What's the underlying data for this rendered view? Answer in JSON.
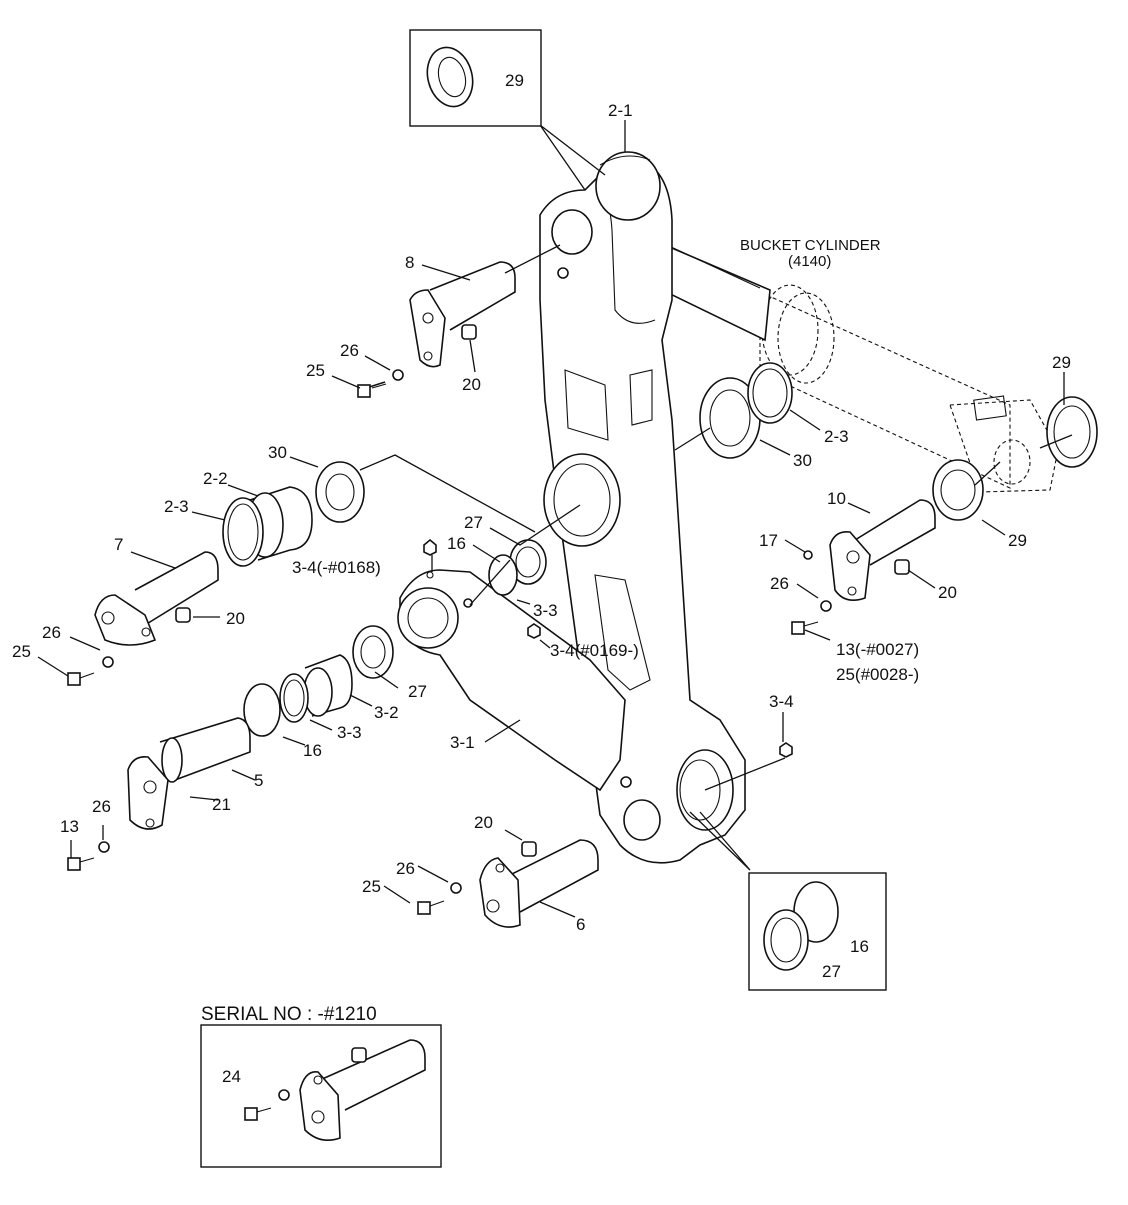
{
  "cylinder": {
    "name": "BUCKET CYLINDER",
    "code": "(4140)"
  },
  "serial_note": "SERIAL NO : -#1210",
  "labels": {
    "l29_top": "29",
    "l2_1": "2-1",
    "l8": "8",
    "l26_a": "26",
    "l25_a": "25",
    "l20_a": "20",
    "l30_a": "30",
    "l2_2": "2-2",
    "l2_3_a": "2-3",
    "l7": "7",
    "l26_b": "26",
    "l25_b": "25",
    "l20_b": "20",
    "l27_a": "27",
    "l16_a": "16",
    "l3_4_a": "3-4(-#0168)",
    "l3_3_a": "3-3",
    "l3_4_b": "3-4(#0169-)",
    "l27_b": "27",
    "l3_2": "3-2",
    "l3_3_b": "3-3",
    "l16_b": "16",
    "l3_1": "3-1",
    "l5": "5",
    "l21": "21",
    "l26_c": "26",
    "l13_a": "13",
    "l20_c": "20",
    "l26_d": "26",
    "l25_c": "25",
    "l6": "6",
    "l3_4_c": "3-4",
    "l16_c": "16",
    "l27_c": "27",
    "l29_r1": "29",
    "l2_3_b": "2-3",
    "l30_b": "30",
    "l10": "10",
    "l29_r2": "29",
    "l17": "17",
    "l20_d": "20",
    "l26_e": "26",
    "l13_b": "13(-#0027)",
    "l25_d": "25(#0028-)",
    "l24": "24"
  }
}
